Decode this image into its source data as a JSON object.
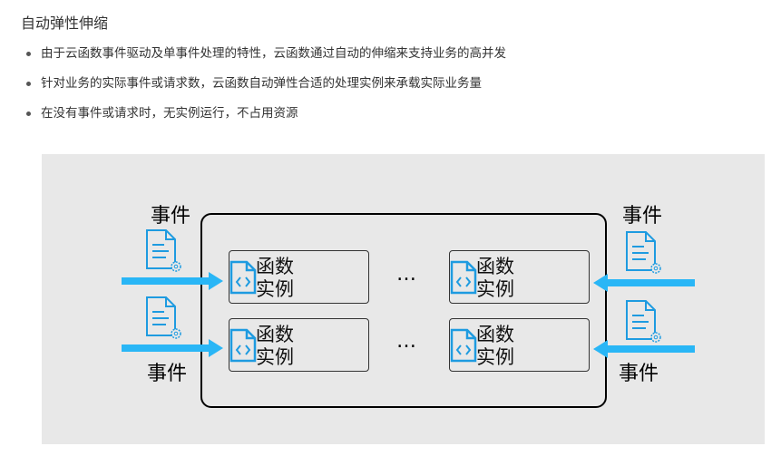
{
  "title": "自动弹性伸缩",
  "bullets": [
    "由于云函数事件驱动及单事件处理的特性，云函数通过自动的伸缩来支持业务的高并发",
    "针对业务的实际事件或请求数，云函数自动弹性合适的处理实例来承载实际业务量",
    "在没有事件或请求时，无实例运行，不占用资源"
  ],
  "diagram": {
    "event_label": "事件",
    "instance_line1": "函数",
    "instance_line2": "实例",
    "ellipsis": "…",
    "icons": {
      "document": "document-gear-icon",
      "code": "code-file-icon"
    },
    "colors": {
      "accent": "#29B6F6",
      "icon_blue": "#1E9BE0",
      "panel_bg": "#E8E8E8"
    }
  }
}
